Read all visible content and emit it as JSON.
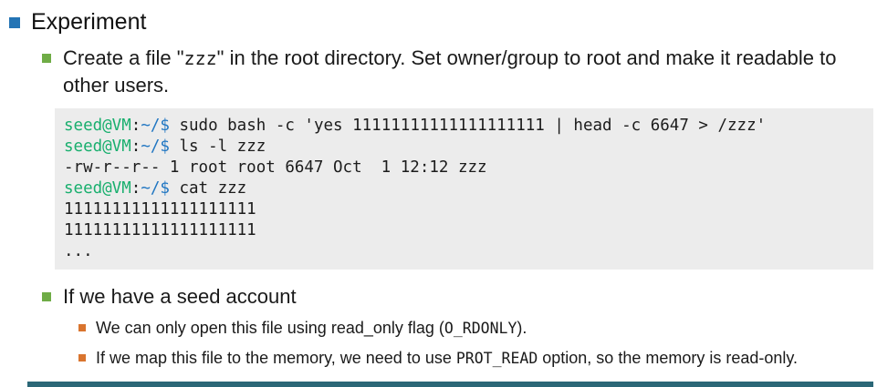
{
  "slide": {
    "title": "Experiment",
    "bullets": {
      "create_file": {
        "pre": "Create a file \"",
        "code": "zzz",
        "post": "\" in the root directory. Set owner/group to root and make it readable to other users."
      },
      "seed_account": "If we have a seed account",
      "sub1": {
        "pre": "We can only open this file using read_only flag (",
        "code": "O_RDONLY",
        "post": ")."
      },
      "sub2": {
        "pre": "If we map this file to the memory, we need to use ",
        "code": "PROT_READ",
        "post": " option, so the memory is read-only."
      }
    }
  },
  "terminal": {
    "lines": [
      {
        "user": "seed@VM",
        "colon": ":",
        "path": "~/$",
        "cmd": " sudo bash -c 'yes 11111111111111111111 | head -c 6647 > /zzz'"
      },
      {
        "user": "seed@VM",
        "colon": ":",
        "path": "~/$",
        "cmd": " ls -l zzz"
      },
      {
        "text": "-rw-r--r-- 1 root root 6647 Oct  1 12:12 zzz"
      },
      {
        "user": "seed@VM",
        "colon": ":",
        "path": "~/$",
        "cmd": " cat zzz"
      },
      {
        "text": "11111111111111111111"
      },
      {
        "text": "11111111111111111111"
      },
      {
        "text": "..."
      }
    ]
  },
  "colors": {
    "title_bullet": "#2474b5",
    "level2_bullet": "#6fac46",
    "level3_bullet": "#d9742e",
    "prompt_user_green": "#19af6e",
    "prompt_path_blue": "#2076c2",
    "terminal_background": "#ececec",
    "footer_bar": "#2b6777"
  }
}
